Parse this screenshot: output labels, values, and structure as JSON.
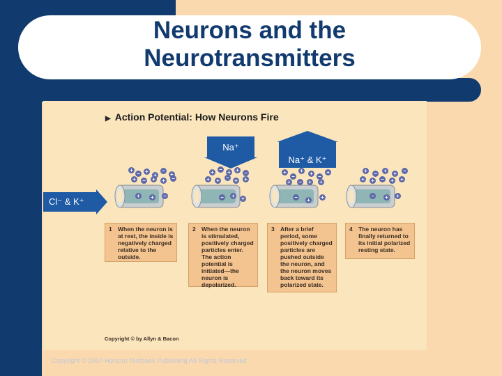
{
  "slide": {
    "title_line1": "Neurons and the",
    "title_line2": "Neurotransmitters",
    "footer": "Copyright © 2007 Horizon Textbook Publishing All Rights Reserved"
  },
  "figure": {
    "title": "Action Potential: How Neurons Fire",
    "credit": "Copyright © by Allyn & Bacon",
    "steps": [
      {
        "num": "1",
        "text": "When the neuron is at rest, the inside is negatively charged relative to the outside."
      },
      {
        "num": "2",
        "text": "When the neuron is stimulated, positively charged particles enter. The action potential is initiated—the neuron is depolarized."
      },
      {
        "num": "3",
        "text": "After a brief period, some positively charged particles are pushed outside the neuron, and the neuron moves back toward its polarized state."
      },
      {
        "num": "4",
        "text": "The neuron has finally returned to its initial polarized resting state."
      }
    ],
    "ion_plus": "+",
    "ion_minus": "−"
  },
  "labels": {
    "na_in": "Na⁺",
    "na_k_out": "Na⁺ & K⁺",
    "cl_k": "Cl⁻ & K⁺"
  },
  "colors": {
    "navy": "#113a6e",
    "label_blue": "#1f5aa5",
    "ion_blue": "#5c68a8",
    "axon": "#c9ced0",
    "axon_inner": "#8fb5b5"
  }
}
